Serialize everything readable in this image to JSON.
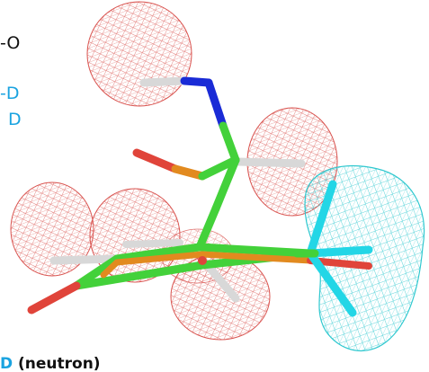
{
  "labels": {
    "top_left": "-O",
    "d_upper": "-D",
    "d_lower": "D",
    "bottom_prefix": "D",
    "bottom_text": "(neutron)"
  },
  "colors": {
    "mesh_red": "#d9534f",
    "mesh_cyan": "#2fc8cf",
    "carbon_green": "#43d13a",
    "carbon_orange": "#e28a1f",
    "nitrogen_blue": "#1a2bd6",
    "oxygen_red": "#e0443a",
    "hydrogen_white": "#d8d8d8",
    "deuterium_cyan": "#23d6e6",
    "label_black": "#111111",
    "label_cyan": "#1aa3e0"
  }
}
